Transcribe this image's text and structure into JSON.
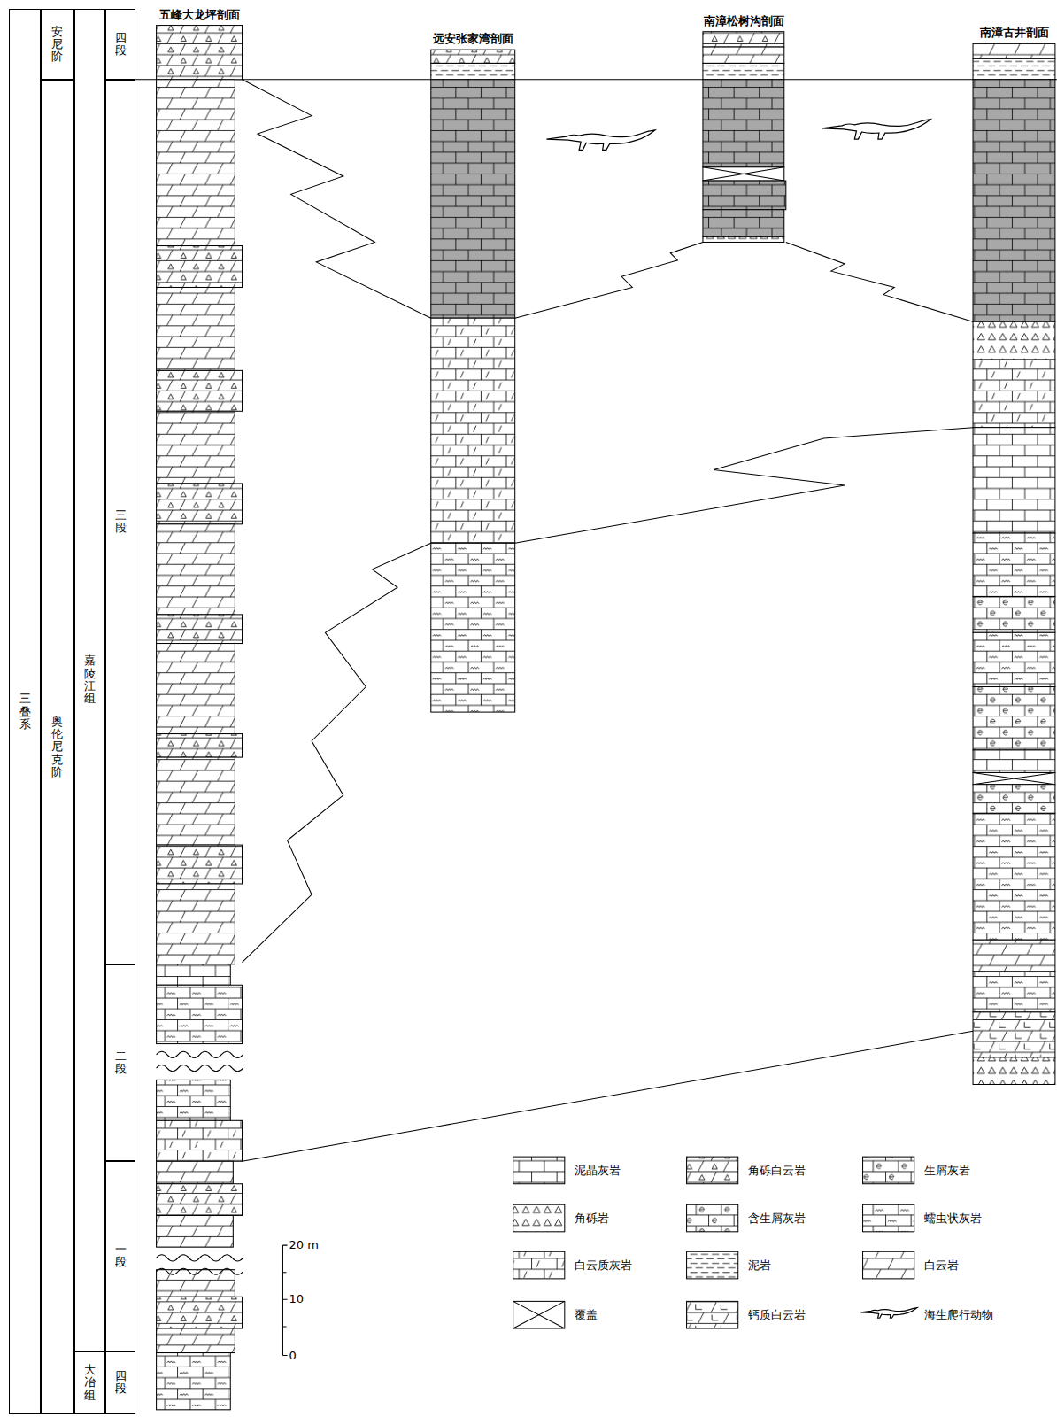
{
  "diagram": {
    "nodes": [
      {
        "text": [
          "三叠系"
        ]
      },
      {
        "text": [
          "安尼阶"
        ]
      },
      {
        "text": [
          "奥伦尼克阶"
        ]
      },
      {
        "text": [
          "嘉陵江组"
        ]
      },
      {
        "text": [
          "大冶组"
        ]
      },
      {
        "text": [
          "四段"
        ]
      },
      {
        "text": [
          "三段"
        ]
      },
      {
        "text": [
          "二段"
        ]
      },
      {
        "text": [
          "一段"
        ]
      },
      {
        "text": [
          "四段"
        ]
      },
      {
        "text": [
          "五峰大龙坪剖面"
        ]
      },
      {
        "text": [
          "远安张家湾剖面"
        ]
      },
      {
        "text": [
          "南漳松树沟剖面"
        ]
      },
      {
        "text": [
          "南漳古井剖面"
        ]
      }
    ],
    "edges": [
      {
        "from": 10,
        "to": 11,
        "arrow": "none"
      },
      {
        "from": 10,
        "to": 11,
        "arrow": "none"
      },
      {
        "from": 11,
        "to": 12,
        "arrow": "none"
      },
      {
        "from": 12,
        "to": 13,
        "arrow": "none"
      },
      {
        "from": 11,
        "to": 13,
        "arrow": "none"
      },
      {
        "from": 10,
        "to": 13,
        "arrow": "none"
      }
    ],
    "labels": [
      "20 m",
      "10",
      "0"
    ],
    "legend": [
      {
        "text": "泥晶灰岩"
      },
      {
        "text": "角砾白云岩"
      },
      {
        "text": "生屑灰岩"
      },
      {
        "text": "角砾岩"
      },
      {
        "text": "含生屑灰岩"
      },
      {
        "text": "蠕虫状灰岩"
      },
      {
        "text": "白云质灰岩"
      },
      {
        "text": "泥岩"
      },
      {
        "text": "白云岩"
      },
      {
        "text": "覆盖"
      },
      {
        "text": "钙质白云岩"
      },
      {
        "text": "海生爬行动物"
      }
    ]
  }
}
